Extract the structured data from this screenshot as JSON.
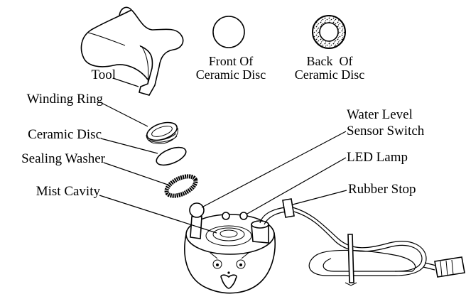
{
  "labels": {
    "tool": "Tool",
    "winding_ring": "Winding Ring",
    "ceramic_disc": "Ceramic Disc",
    "sealing_washer": "Sealing Washer",
    "mist_cavity": "Mist Cavity",
    "front_line1": "Front Of",
    "front_line2": "Ceramic Disc",
    "back_line1": "Back  Of",
    "back_line2": "Ceramic Disc",
    "water_line1": "Water Level",
    "water_line2": "Sensor Switch",
    "led_lamp": "LED Lamp",
    "rubber_stop": "Rubber Stop"
  }
}
